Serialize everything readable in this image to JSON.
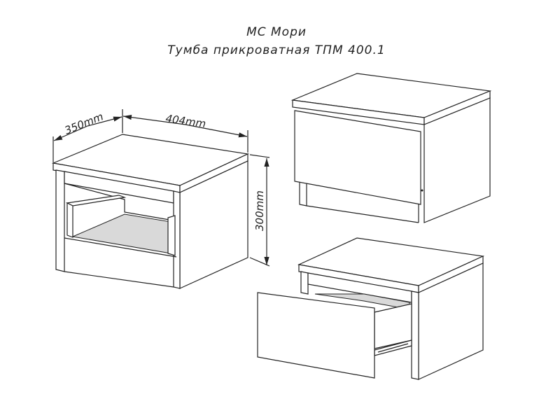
{
  "header": {
    "brand": "МС Мори",
    "product": "Тумба прикроватная ТПМ 400.1"
  },
  "dimensions": {
    "depth": "350mm",
    "width": "404mm",
    "height": "300mm"
  }
}
